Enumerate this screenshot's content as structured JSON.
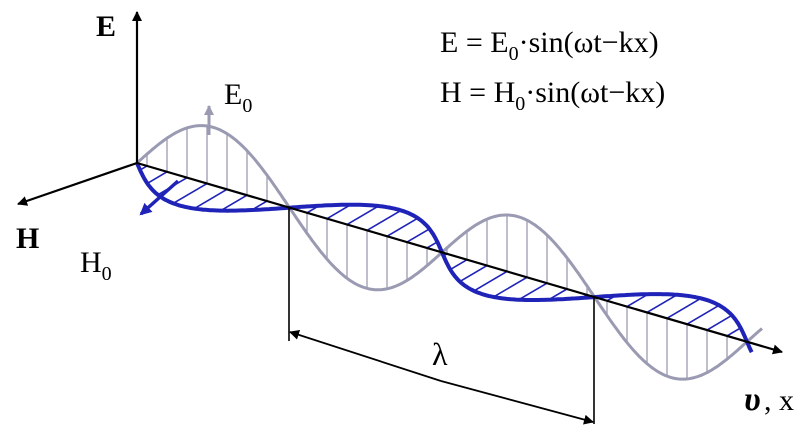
{
  "labels": {
    "e_axis": "E",
    "h_axis": "H",
    "e_amplitude": "E",
    "e_amplitude_sub": "0",
    "h_amplitude": "H",
    "h_amplitude_sub": "0",
    "wavelength": "λ",
    "velocity": "υ",
    "x_axis": ", x"
  },
  "equations": {
    "e": {
      "left": "E = E",
      "sub": "0",
      "right": "·sin(ωt−kx)"
    },
    "h": {
      "left": "H = H",
      "sub": "0",
      "right": "·sin(ωt−kx)"
    }
  },
  "colors": {
    "e_wave": "#9a9ab2",
    "h_wave": "#1f23b8",
    "axis": "#000000",
    "hatch_e": "#9a9ab2",
    "hatch_h": "#1f23b8"
  }
}
